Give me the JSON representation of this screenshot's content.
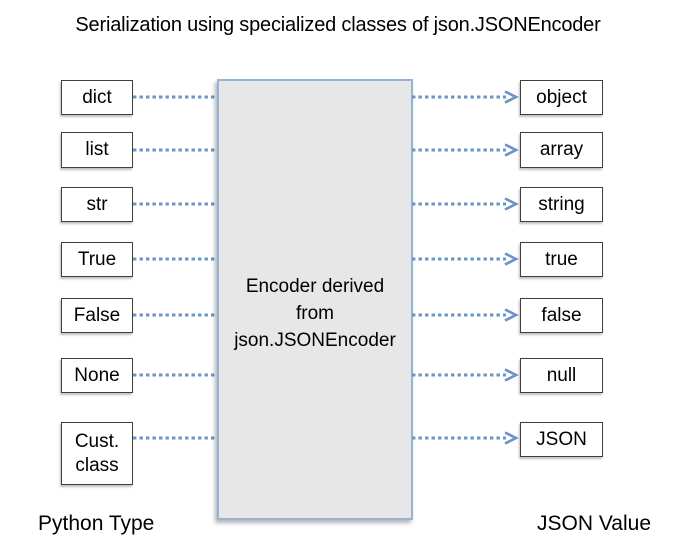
{
  "title": "Serialization using specialized classes of json.JSONEncoder",
  "rows": [
    {
      "python": "dict",
      "json": "object"
    },
    {
      "python": "list",
      "json": "array"
    },
    {
      "python": "str",
      "json": "string"
    },
    {
      "python": "True",
      "json": "true"
    },
    {
      "python": "False",
      "json": "false"
    },
    {
      "python": "None",
      "json": "null"
    },
    {
      "python": "Cust. class",
      "json": "JSON"
    }
  ],
  "center_box": {
    "text": "Encoder derived from json.JSONEncoder",
    "lines": [
      "Encoder derived",
      "from",
      "json.JSONEncoder"
    ]
  },
  "footers": {
    "left": "Python Type",
    "right": "JSON Value"
  },
  "colors": {
    "arrow": "#6b94c6",
    "center-border": "#95b3d7",
    "center-fill": "#e7e7e7",
    "box-border": "#3f3f3f",
    "text": "#000000"
  }
}
